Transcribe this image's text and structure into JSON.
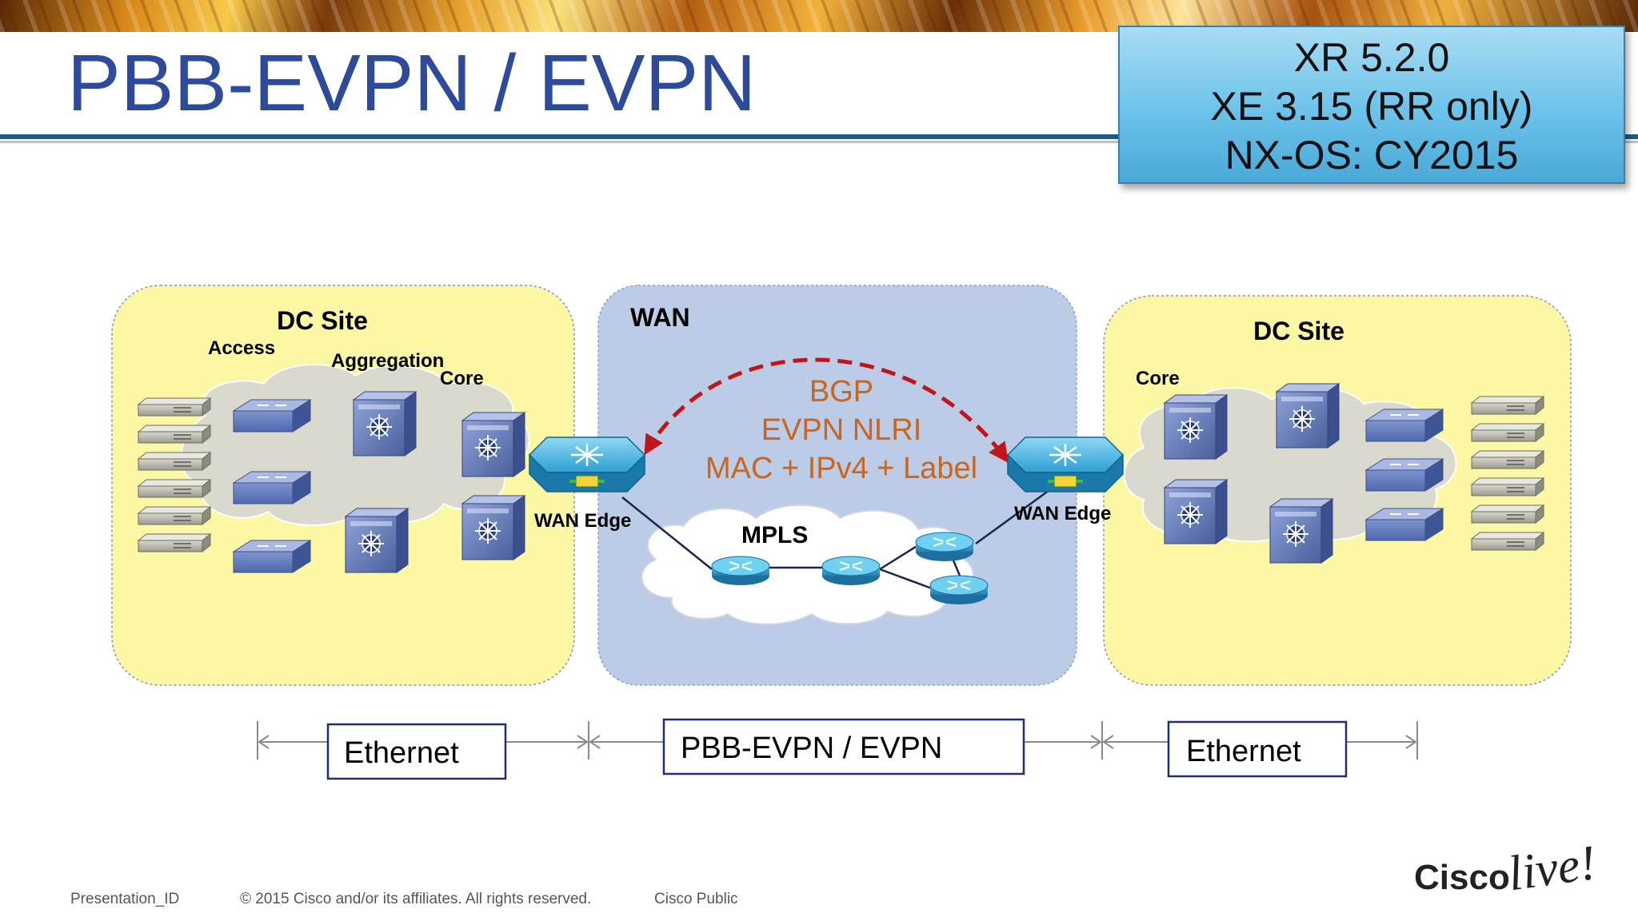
{
  "slide": {
    "title": "PBB-EVPN / EVPN",
    "version_lines": [
      "XR 5.2.0",
      "XE 3.15 (RR only)",
      "NX-OS: CY2015"
    ]
  },
  "diagram": {
    "left_site": {
      "title": "DC Site",
      "access": "Access",
      "aggregation": "Aggregation",
      "core": "Core",
      "wan_edge": "WAN Edge"
    },
    "wan": {
      "title": "WAN",
      "bgp": "BGP",
      "nlri": "EVPN NLRI",
      "mac": "MAC + IPv4 + Label",
      "mpls": "MPLS"
    },
    "right_site": {
      "title": "DC Site",
      "core": "Core",
      "wan_edge": "WAN Edge"
    },
    "spans": {
      "left": "Ethernet",
      "middle": "PBB-EVPN / EVPN",
      "right": "Ethernet"
    },
    "colors": {
      "site_fill": "#fbf7a4",
      "wan_fill": "#bccbe6",
      "bgp_text": "#c8661f",
      "bgp_arrow": "#c0151b",
      "title_blue": "#2d4b9a"
    }
  },
  "footer": {
    "presentation_id": "Presentation_ID",
    "copyright": "© 2015 Cisco and/or its affiliates. All rights reserved.",
    "classification": "Cisco Public",
    "logo": {
      "brand": "Cisco",
      "word": "live!"
    }
  }
}
